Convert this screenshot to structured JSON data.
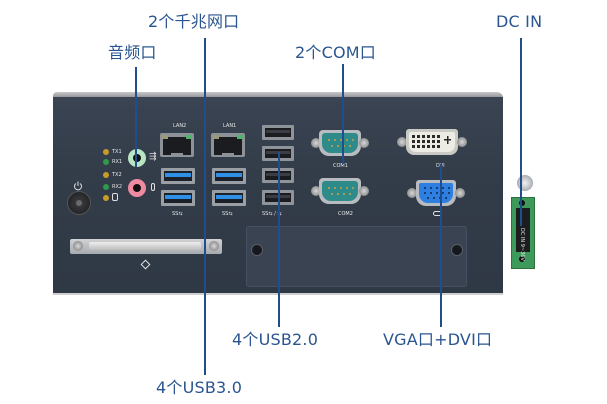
{
  "callouts": {
    "lan": "2个千兆网口",
    "audio": "音频口",
    "com": "2个COM口",
    "dc_in": "DC IN",
    "usb2": "4个USB2.0",
    "vga_dvi": "VGA口+DVI口",
    "usb3": "4个USB3.0"
  },
  "panel": {
    "lan_labels": [
      "LAN2",
      "LAN1"
    ],
    "led_labels": [
      "TX1",
      "RX1",
      "TX2",
      "RX2"
    ],
    "com_labels": [
      "COM1",
      "COM2"
    ],
    "dvi_label": "DVI",
    "usb3_mark": "SS⇆",
    "usb_mark": "SS⇆ / ⇆",
    "dc_rating": "DC IN 9~36V",
    "colors": {
      "callout_text": "#2a5590",
      "leader_line": "#1f4e8c",
      "panel": "#333d4a",
      "usb3_blue": "#2f8fe6",
      "serial_teal": "#2f8a8a",
      "vga_blue": "#2f7fe0",
      "terminal_green": "#3e9a5a",
      "audio_line_in": "#b8e6c4",
      "audio_mic": "#f08aa2"
    },
    "icons": [
      "power-icon",
      "audio-out-icon",
      "mic-icon",
      "storage-icon",
      "usb-icon",
      "expansion-icon"
    ]
  }
}
